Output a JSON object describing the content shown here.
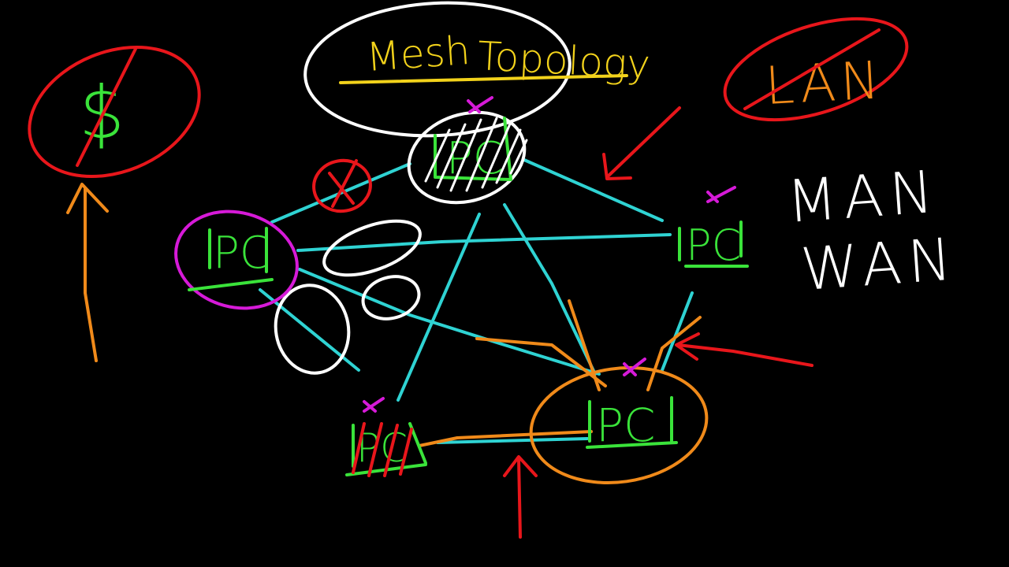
{
  "colors": {
    "background": "#000000",
    "white": "#ffffff",
    "yellow": "#f2d21b",
    "green": "#3ae33a",
    "cyan": "#2fd3d3",
    "red": "#e8161b",
    "orange": "#f08a1a",
    "magenta": "#d61ad8"
  },
  "title": {
    "word1": "Mesh",
    "word2": "Topology"
  },
  "nodes": {
    "top": "PC",
    "left": "PC",
    "right": "PC",
    "bottom_right": "PC",
    "bottom_left": "PC"
  },
  "network_types": {
    "lan": "LAN",
    "man": "MAN",
    "wan": "WAN"
  },
  "cost_symbol": "$",
  "icons": {
    "x_marks": "magenta-x-icon",
    "crossed_circle": "red-crossed-circle-icon"
  }
}
